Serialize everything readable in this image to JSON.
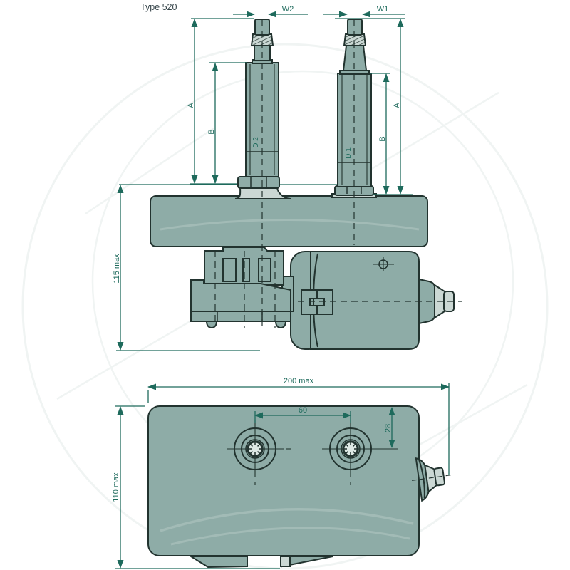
{
  "title": "Type 520",
  "colors": {
    "accent": "#1e6a5c",
    "body_fill": "#8eaca7",
    "light_fill": "#cbd8d4",
    "outline": "#22332f",
    "background": "#ffffff"
  },
  "side_view": {
    "dim_w2": "W2",
    "dim_w1": "W1",
    "dim_a_left": "A",
    "dim_b_left": "B",
    "dim_b_right": "B",
    "dim_a_right": "A",
    "shaft2_label": "D 2",
    "shaft1_label": "D 1",
    "dim_height": "115 max"
  },
  "plan_view": {
    "dim_width": "200 max",
    "dim_depth": "110 max",
    "dim_hole_spacing": "60",
    "dim_hole_offset": "28"
  }
}
